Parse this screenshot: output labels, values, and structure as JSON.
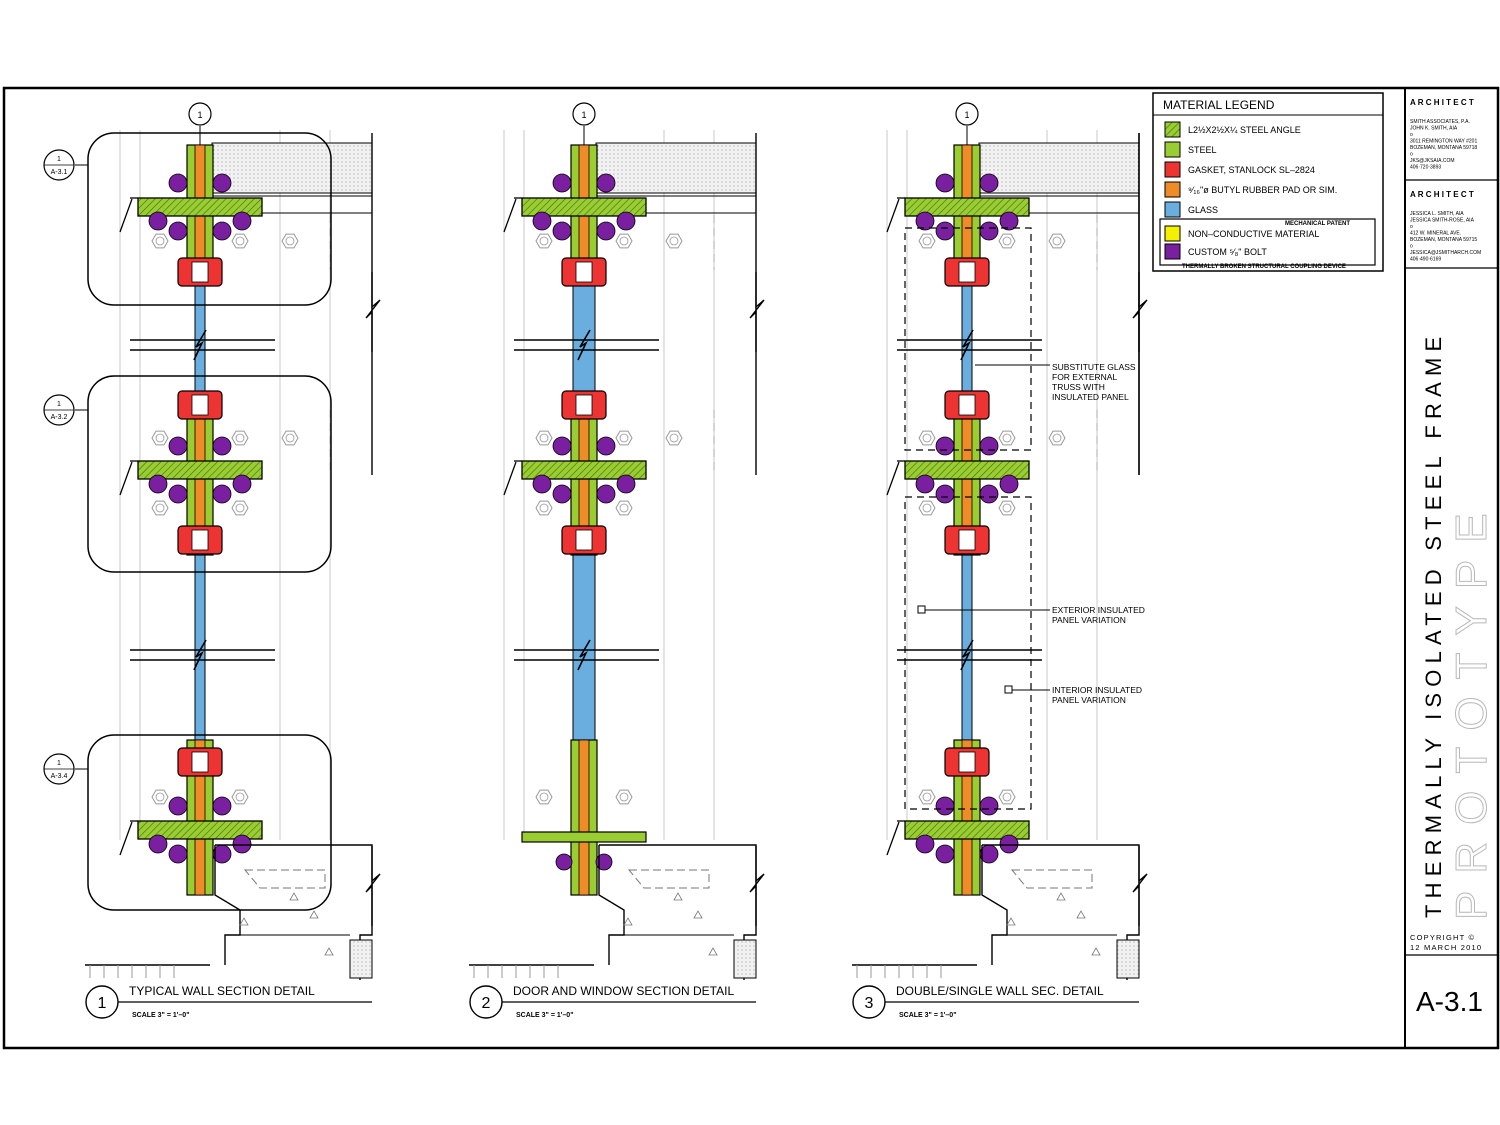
{
  "legend": {
    "title": "MATERIAL LEGEND",
    "items": [
      {
        "label": "L2½X2½X¼  STEEL  ANGLE",
        "color": "#9acd32",
        "hatched": true
      },
      {
        "label": "STEEL",
        "color": "#9acd32",
        "hatched": false
      },
      {
        "label": "GASKET,  STANLOCK  SL–2824",
        "color": "#ee3333",
        "hatched": false
      },
      {
        "label": "⁹⁄₁₆\"ø  BUTYL  RUBBER  PAD  OR  SIM.",
        "color": "#f08c28",
        "hatched": false
      },
      {
        "label": "GLASS",
        "color": "#6aaee0",
        "hatched": false
      },
      {
        "label": "NON–CONDUCTIVE  MATERIAL",
        "color": "#f5f000",
        "hatched": false
      },
      {
        "label": "CUSTOM  ⁵⁄₈\"  BOLT",
        "color": "#7a1fa0",
        "hatched": false
      }
    ],
    "patent_note": "MECHANICAL PATENT",
    "device_note": "THERMALLY BROKEN STRUCTURAL COUPLING DEVICE"
  },
  "title_block": {
    "architect_label_1": "A R C H I T E C T",
    "architect_lines_1": [
      "SMITH ASSOCIATES, P.A.",
      "JOHN K. SMITH, AIA",
      "o",
      "3011 REMINGTON WAY #201",
      "BOZEMAN, MONTANA 59718",
      "o",
      "JKS@JKSAIA.COM",
      "406·720·3893"
    ],
    "architect_label_2": "A R C H I T E C T",
    "architect_lines_2": [
      "JESSICA L. SMITH, AIA",
      "JESSICA SMITH-ROSE, AIA",
      "o",
      "412 W. MINERAL AVE.",
      "BOZEMAN, MONTANA 59715",
      "o",
      "JESSICA@JSMITHARCH.COM",
      "406·490·6169"
    ],
    "project_title": "THERMALLY ISOLATED STEEL FRAME",
    "watermark": "PROTOTYPE",
    "copyright": [
      "COPYRIGHT ©",
      "12 MARCH 2010"
    ],
    "sheet_number": "A-3.1"
  },
  "details": [
    {
      "number": "1",
      "title": "TYPICAL WALL SECTION DETAIL",
      "scale": "SCALE  3\"  =  1'–0\"",
      "grid_bubble": "1"
    },
    {
      "number": "2",
      "title": "DOOR AND WINDOW SECTION DETAIL",
      "scale": "SCALE  3\"  =  1'–0\"",
      "grid_bubble": "1"
    },
    {
      "number": "3",
      "title": "DOUBLE/SINGLE WALL SEC. DETAIL",
      "scale": "SCALE  3\"  =  1'–0\"",
      "grid_bubble": "1"
    }
  ],
  "section_callouts": [
    {
      "top": "1",
      "bottom": "A-3.1"
    },
    {
      "top": "1",
      "bottom": "A-3.2"
    },
    {
      "top": "1",
      "bottom": "A-3.4"
    }
  ],
  "notes": [
    {
      "lines": [
        "SUBSTITUTE GLASS",
        "FOR EXTERNAL",
        "TRUSS WITH",
        "INSULATED PANEL"
      ]
    },
    {
      "lines": [
        "EXTERIOR INSULATED",
        "PANEL VARIATION"
      ]
    },
    {
      "lines": [
        "INTERIOR INSULATED",
        "PANEL VARIATION"
      ]
    }
  ]
}
